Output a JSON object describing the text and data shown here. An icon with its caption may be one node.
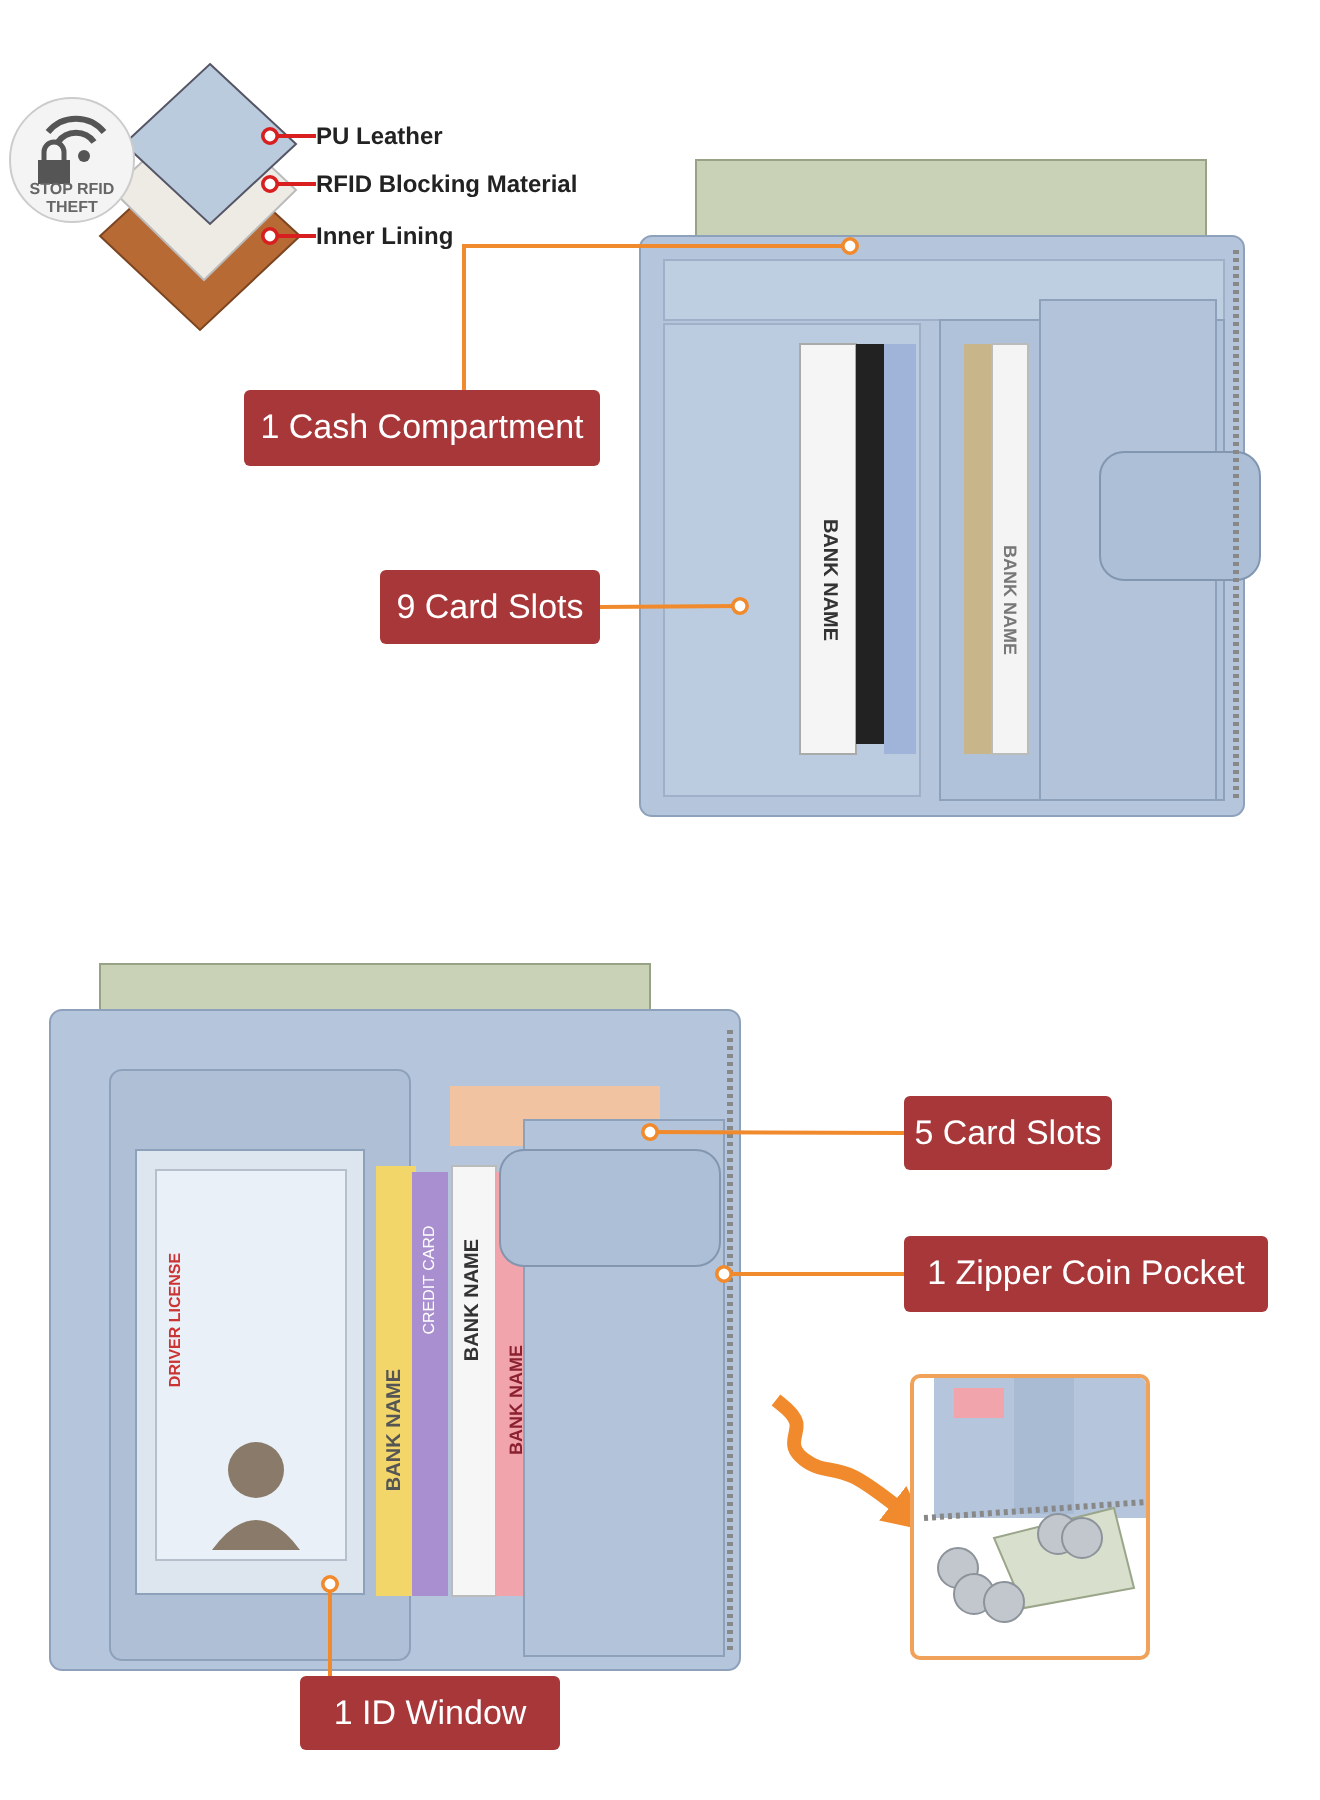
{
  "diagram": {
    "nodes": [
      {
        "text": [
          "PU Leather"
        ]
      },
      {
        "text": [
          "RFID Blocking Material"
        ]
      },
      {
        "text": [
          "Inner Lining"
        ]
      },
      {
        "text": [
          "1 Cash Compartment"
        ]
      },
      {
        "text": [
          "9 Card Slots"
        ]
      },
      {
        "text": [
          "5 Card Slots"
        ]
      },
      {
        "text": [
          "1 Zipper Coin Pocket"
        ]
      },
      {
        "text": [],
        "shape": "picture"
      },
      {
        "text": [
          "1 ID Window"
        ]
      }
    ],
    "edges": [
      {
        "from": 0,
        "to": null,
        "arrow": "other",
        "color": "#d81e1e"
      },
      {
        "from": 1,
        "to": null,
        "arrow": "other",
        "color": "#d81e1e"
      },
      {
        "from": 2,
        "to": null,
        "arrow": "other",
        "color": "#d81e1e"
      },
      {
        "from": 3,
        "to": null,
        "arrow": "other"
      },
      {
        "from": 4,
        "to": null,
        "arrow": "other"
      },
      {
        "from": 5,
        "to": null,
        "arrow": "other"
      },
      {
        "from": 6,
        "to": null,
        "arrow": "other"
      },
      {
        "from": 8,
        "to": null,
        "arrow": "other"
      },
      {
        "from": null,
        "to": 7,
        "arrow": "to",
        "style": "thick"
      }
    ],
    "labels": [
      "STOP RFID THEFT",
      "BANK NAME",
      "BANK NAME",
      "DRIVER LICENSE",
      "BANK NAME",
      "CREDIT CARD",
      "BANK NAME",
      "BANK NAME"
    ]
  }
}
